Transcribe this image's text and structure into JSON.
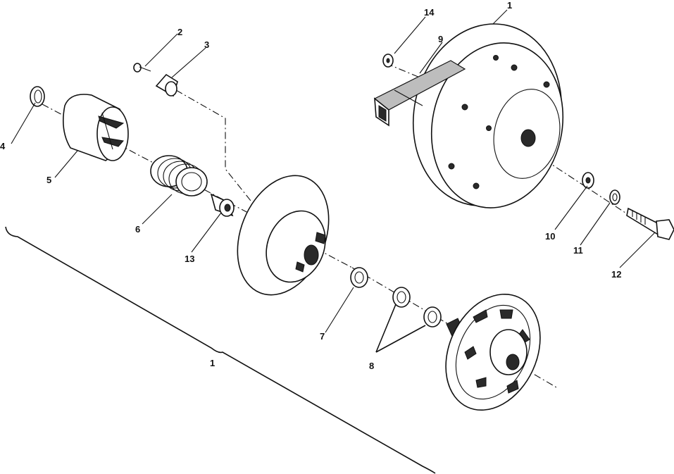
{
  "callouts": {
    "c1_top": "1",
    "c14": "14",
    "c9": "9",
    "c2": "2",
    "c3": "3",
    "c4": "4",
    "c5": "5",
    "c6": "6",
    "c13": "13",
    "c7": "7",
    "c8": "8",
    "c10": "10",
    "c11": "11",
    "c12": "12",
    "c1_bottom": "1"
  }
}
